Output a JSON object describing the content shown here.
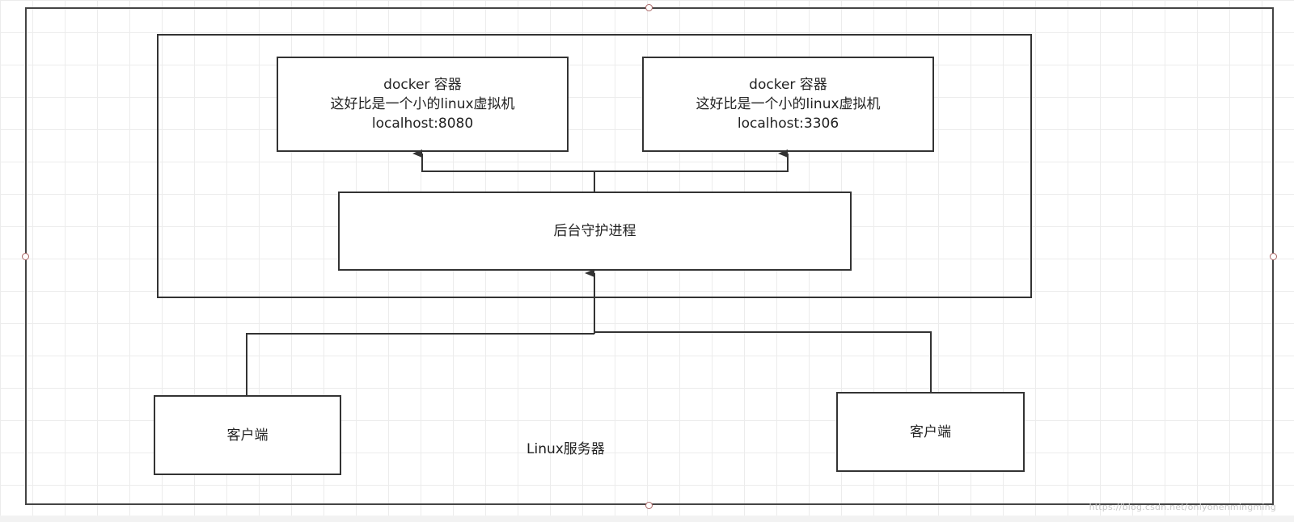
{
  "diagram": {
    "server_label": "Linux服务器",
    "daemon_label": "后台守护进程",
    "containers": [
      {
        "line1": "docker 容器",
        "line2": "这好比是一个小的linux虚拟机",
        "line3": "localhost:8080"
      },
      {
        "line1": "docker 容器",
        "line2": "这好比是一个小的linux虚拟机",
        "line3": "localhost:3306"
      }
    ],
    "clients": [
      {
        "label": "客户端"
      },
      {
        "label": "客户端"
      }
    ]
  },
  "watermark": "https://blog.csdn.net/onlyonenmingming",
  "colors": {
    "stroke": "#333333",
    "grid": "#ececec",
    "handle_border": "#aa6666"
  }
}
